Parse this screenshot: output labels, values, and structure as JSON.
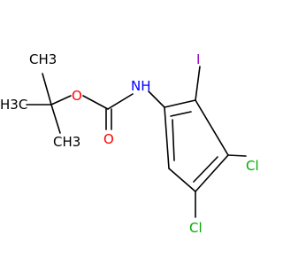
{
  "molecule": {
    "atom_labels": {
      "methyl_top": "CH3",
      "methyl_left": "H3C",
      "methyl_right": "CH3",
      "oxygen_ester": "O",
      "oxygen_carbonyl": "O",
      "amine": "NH",
      "iodine": "I",
      "chlorine_right": "Cl",
      "chlorine_bottom": "Cl"
    },
    "colors": {
      "bond": "#000000",
      "oxygen": "#ff0000",
      "nitrogen": "#0000ff",
      "iodine": "#9900cc",
      "chlorine": "#00aa00",
      "carbon_label": "#000000"
    }
  }
}
